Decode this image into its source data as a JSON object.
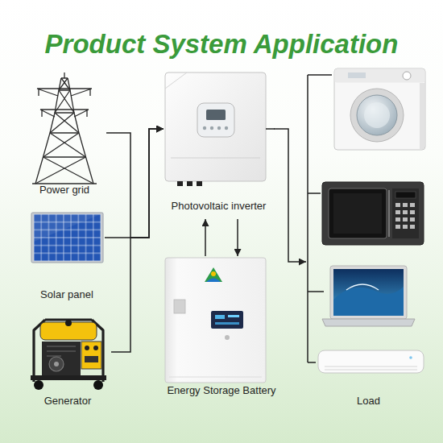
{
  "diagram": {
    "title": "Product System Application",
    "nodes": [
      {
        "text": [
          "Power grid"
        ]
      },
      {
        "text": [
          "Solar panel"
        ]
      },
      {
        "text": [
          "Generator"
        ]
      },
      {
        "text": [
          "Photovoltaic inverter"
        ]
      },
      {
        "text": [
          "Energy Storage Battery"
        ]
      },
      {
        "text": [
          "Load"
        ]
      }
    ],
    "edges": [
      {
        "from": 0,
        "to": 3,
        "arrow": "to"
      },
      {
        "from": 1,
        "to": 3,
        "arrow": "to"
      },
      {
        "from": 2,
        "to": 3,
        "arrow": "to"
      },
      {
        "from": 3,
        "to": 4,
        "arrow": "to"
      },
      {
        "from": 4,
        "to": 3,
        "arrow": "to"
      },
      {
        "from": 3,
        "to": 5,
        "arrow": "to"
      }
    ]
  }
}
